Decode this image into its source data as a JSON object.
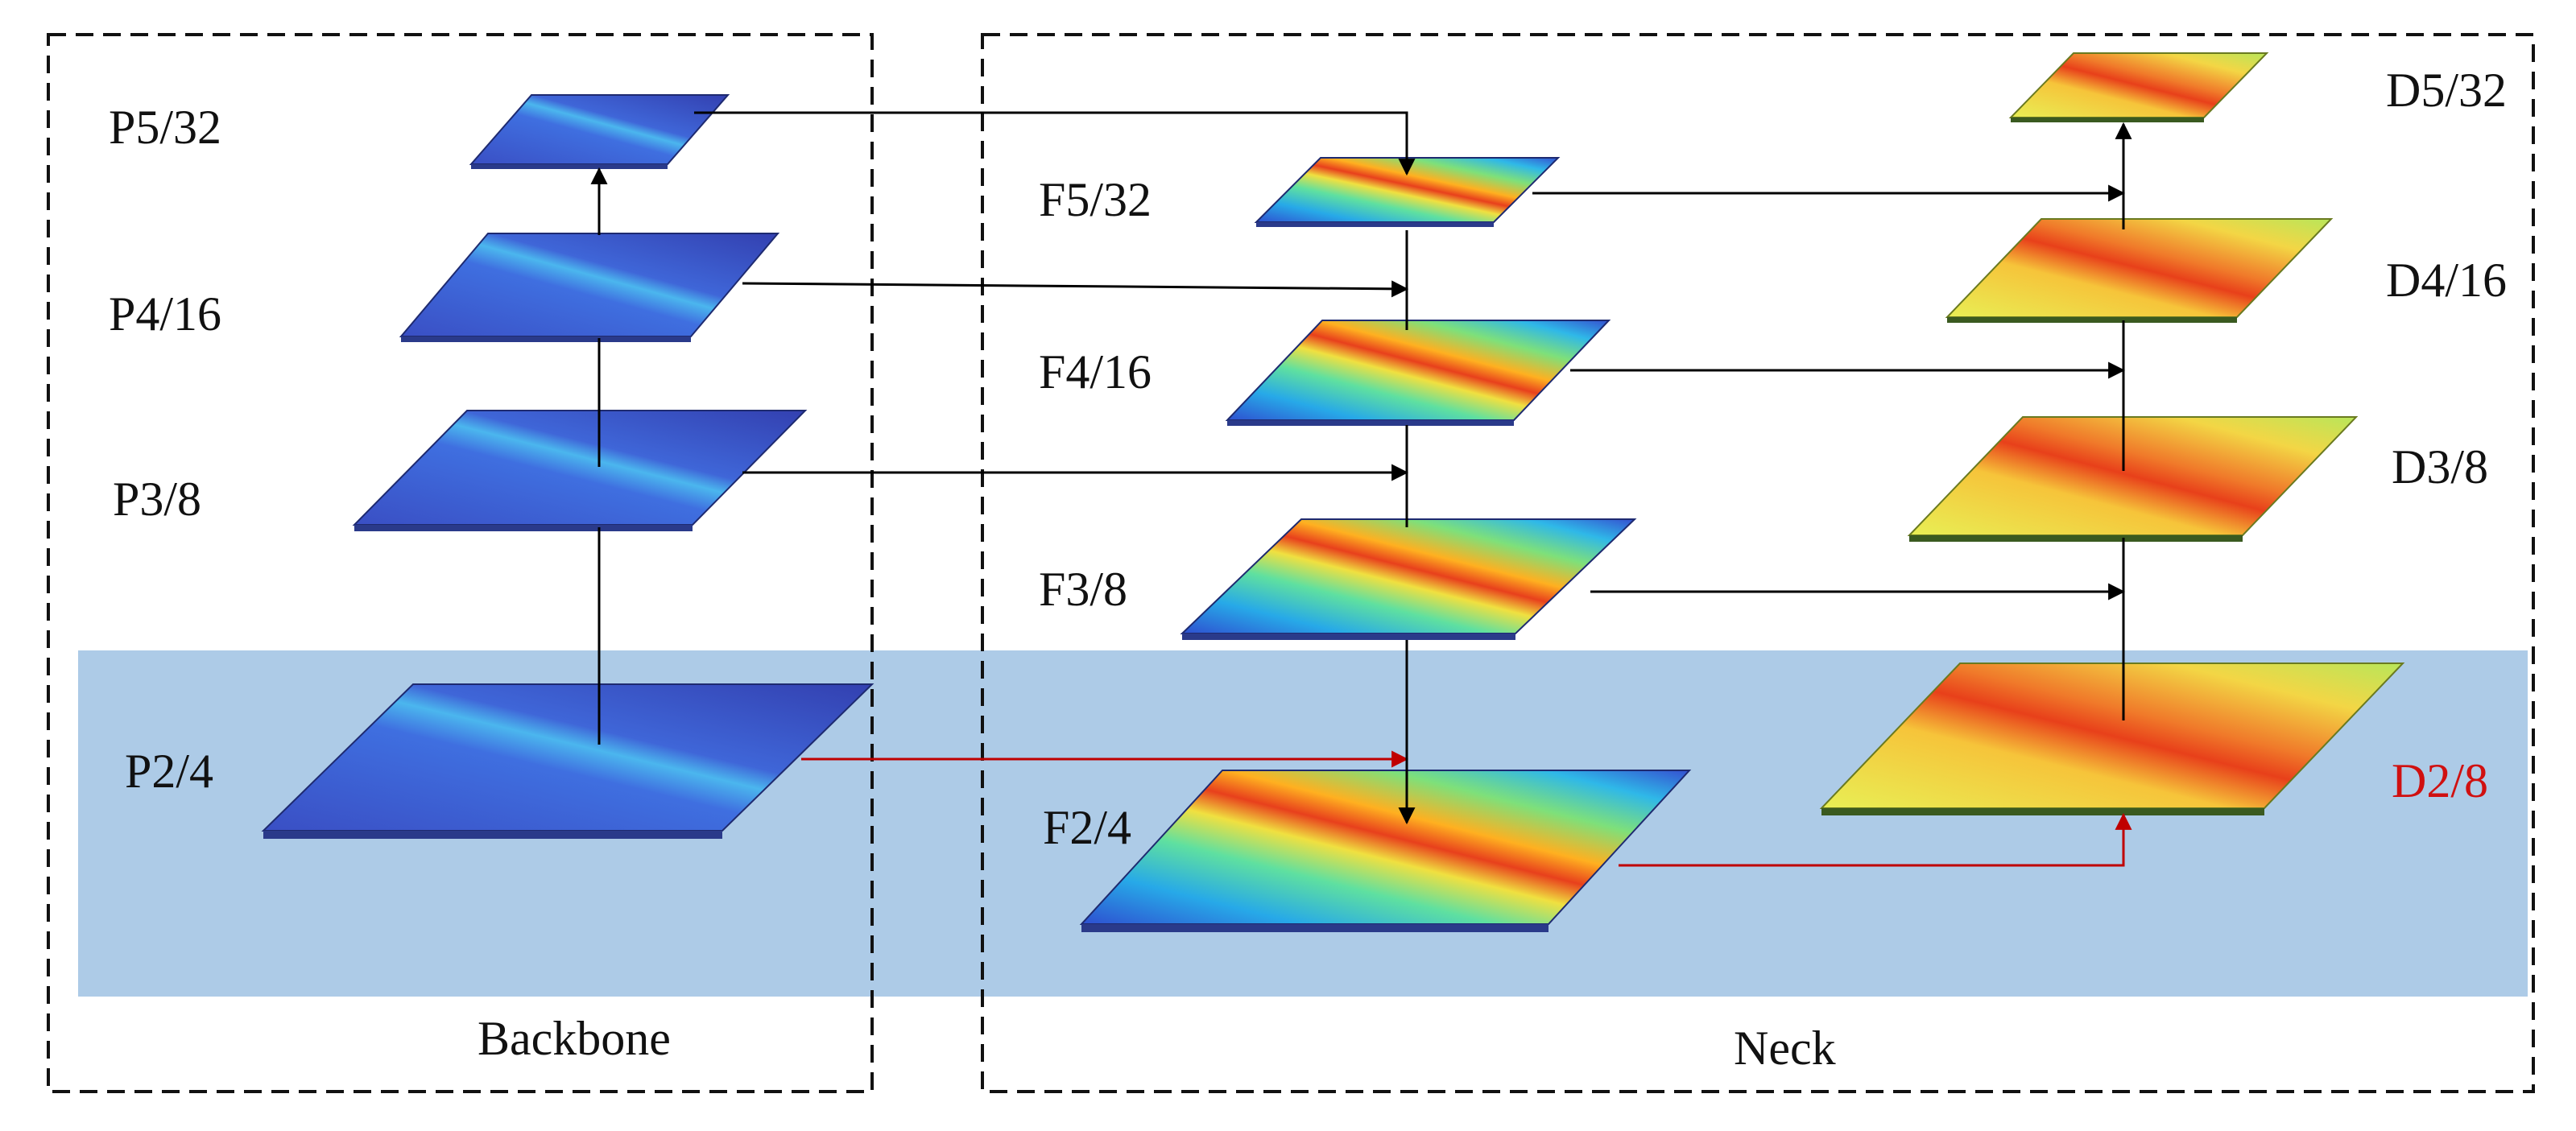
{
  "sections": {
    "backbone": "Backbone",
    "neck": "Neck"
  },
  "backbone_maps": [
    {
      "id": "p5",
      "label": "P5/32"
    },
    {
      "id": "p4",
      "label": "P4/16"
    },
    {
      "id": "p3",
      "label": "P3/8"
    },
    {
      "id": "p2",
      "label": "P2/4"
    }
  ],
  "fusion_maps": [
    {
      "id": "f5",
      "label": "F5/32"
    },
    {
      "id": "f4",
      "label": "F4/16"
    },
    {
      "id": "f3",
      "label": "F3/8"
    },
    {
      "id": "f2",
      "label": "F2/4"
    }
  ],
  "detection_maps": [
    {
      "id": "d5",
      "label": "D5/32"
    },
    {
      "id": "d4",
      "label": "D4/16"
    },
    {
      "id": "d3",
      "label": "D3/8"
    },
    {
      "id": "d2",
      "label": "D2/8"
    }
  ],
  "colors": {
    "highlight_band": "#adcbe7",
    "arrow": "#000000",
    "arrow_highlight": "#c00000",
    "label_highlight": "#d01010",
    "backbone_map": "#3b5bd6",
    "fusion_map": "heat-map blue-green-red",
    "detection_map": "heat-map yellow-red"
  }
}
